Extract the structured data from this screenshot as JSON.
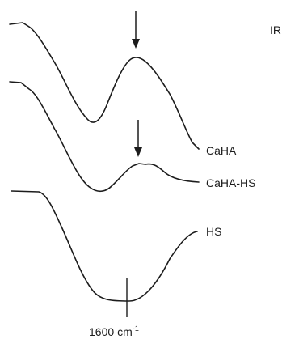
{
  "chart_data": {
    "type": "line",
    "panel_label": "IR",
    "x_marker": {
      "value": 1600,
      "unit": "cm",
      "exponent": "-1"
    },
    "series": [
      {
        "name": "CaHA",
        "arrow": true
      },
      {
        "name": "CaHA-HS",
        "arrow": true
      },
      {
        "name": "HS",
        "arrow": false
      }
    ]
  }
}
